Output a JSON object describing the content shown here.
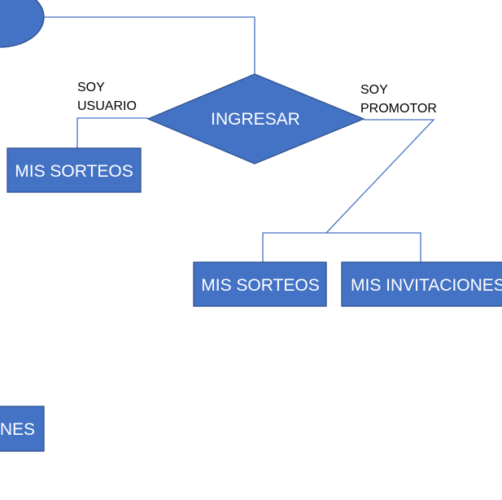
{
  "colors": {
    "node_fill": "#4472C4",
    "node_border": "#2F528F",
    "connector": "#4472C4",
    "node_text": "#FFFFFF",
    "label_text": "#000000"
  },
  "nodes": {
    "decision": "INGRESAR",
    "user_box": "MIS SORTEOS",
    "promoter_box_1": "MIS SORTEOS",
    "promoter_box_2": "MIS INVITACIONES",
    "partial_box": "ONES"
  },
  "labels": {
    "user_line1": "SOY",
    "user_line2": "USUARIO",
    "promoter_line1": "SOY",
    "promoter_line2": "PROMOTOR"
  }
}
